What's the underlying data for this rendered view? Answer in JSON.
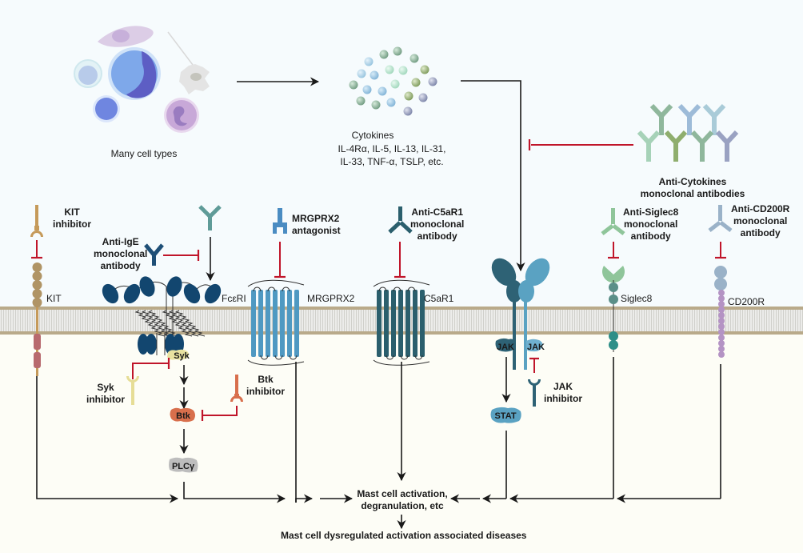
{
  "figure": {
    "colors": {
      "extracellular_bg": "#f6fbfd",
      "intracellular_bg": "#fdfdf6",
      "membrane_edge": "#b9aa8a",
      "membrane_fill": "#e6e6e2",
      "inhibit_red": "#c0152a",
      "arrow_black": "#1a1a1a",
      "kit_tan": "#c59a5a",
      "kit_red": "#b86a6e",
      "fceri_navy": "#12466f",
      "mrgprx2_blue": "#4f99c2",
      "c5ar1_teal": "#2b5f6d",
      "jak_dark": "#2e6275",
      "jak_light": "#5aa2c2",
      "siglec_green": "#8fc59a",
      "siglec_teal": "#2e8f88",
      "cd200r_blue": "#9ab2c8",
      "cd200r_purple": "#b493c4",
      "syk_yellow": "#e8e2a0",
      "btk_orange": "#d86f4c",
      "plc_gray": "#bdbdbd"
    },
    "sources": {
      "cells_label": "Many cell types",
      "cytokines_title": "Cytokines",
      "cytokines_line1": "IL-4Rα, IL-5, IL-13, IL-31,",
      "cytokines_line2": "IL-33, TNF-α, TSLP, etc.",
      "anti_cytokines_line1": "Anti-Cytokines",
      "anti_cytokines_line2": "monoclonal antibodies"
    },
    "receptors": {
      "kit": "KIT",
      "fceri": "FcεRI",
      "mrgprx2": "MRGPRX2",
      "c5ar1": "C5aR1",
      "siglec8": "Siglec8",
      "cd200r": "CD200R"
    },
    "drugs": {
      "kit_inhibitor": [
        "KIT",
        "inhibitor"
      ],
      "anti_ige": [
        "Anti-IgE",
        "monoclonal",
        "antibody"
      ],
      "mrgprx2_antagonist": [
        "MRGPRX2",
        "antagonist"
      ],
      "anti_c5ar1": [
        "Anti-C5aR1",
        "monoclonal",
        "antibody"
      ],
      "anti_siglec8": [
        "Anti-Siglec8",
        "monoclonal",
        "antibody"
      ],
      "anti_cd200r": [
        "Anti-CD200R",
        "monoclonal",
        "antibody"
      ],
      "syk_inhibitor": [
        "Syk",
        "inhibitor"
      ],
      "btk_inhibitor": [
        "Btk",
        "inhibitor"
      ],
      "jak_inhibitor": [
        "JAK",
        "inhibitor"
      ]
    },
    "signaling": {
      "syk": "Syk",
      "btk": "Btk",
      "plcg": "PLCγ",
      "jak_left": "JAK",
      "jak_right": "JAK",
      "stat": "STAT"
    },
    "outcomes": {
      "activation_line1": "Mast cell activation,",
      "activation_line2": "degranulation, etc",
      "disease": "Mast cell dysregulated activation associated diseases"
    }
  }
}
